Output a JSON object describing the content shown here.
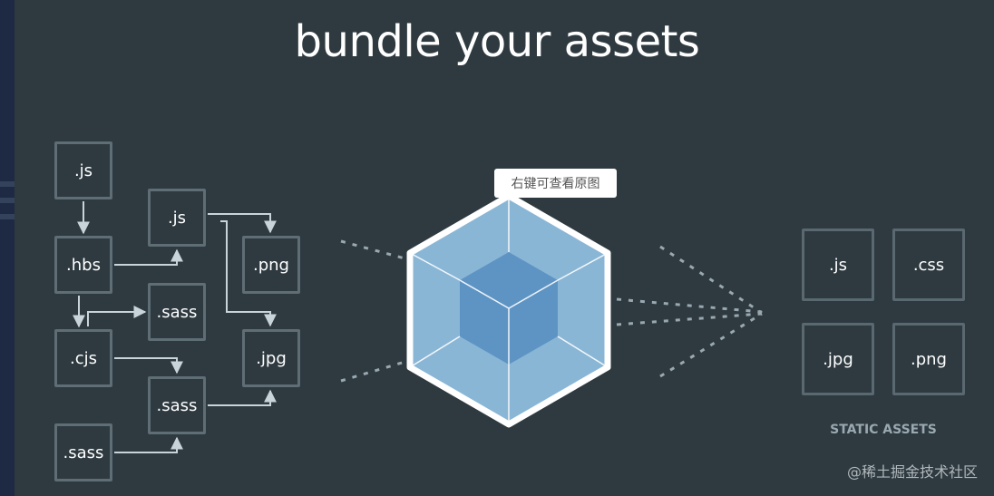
{
  "title": "bundle your assets",
  "source_files": [
    {
      "id": "js1",
      "label": ".js"
    },
    {
      "id": "hbs",
      "label": ".hbs"
    },
    {
      "id": "cjs",
      "label": ".cjs"
    },
    {
      "id": "sass3",
      "label": ".sass"
    },
    {
      "id": "js2",
      "label": ".js"
    },
    {
      "id": "sass1",
      "label": ".sass"
    },
    {
      "id": "sass2",
      "label": ".sass"
    },
    {
      "id": "png",
      "label": ".png"
    },
    {
      "id": "jpg",
      "label": ".jpg"
    }
  ],
  "tooltip": "右键可查看原图",
  "static_assets": {
    "label": "STATIC ASSETS",
    "items": [
      ".js",
      ".css",
      ".jpg",
      ".png"
    ]
  },
  "watermark": "@稀土掘金技术社区",
  "colors": {
    "background": "#2e3a40",
    "box_border": "#5f6d74",
    "arrow": "#c8d4da",
    "cube_outer": "#8ab6d6",
    "cube_inner": "#5e94c4",
    "cube_outline": "#ffffff"
  }
}
